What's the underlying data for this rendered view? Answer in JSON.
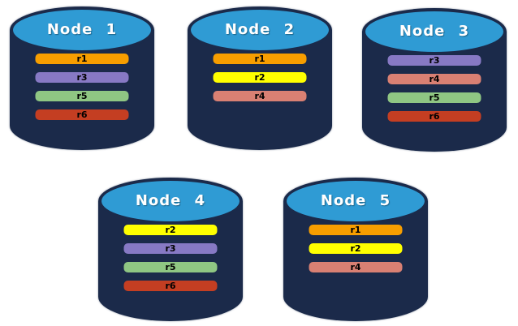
{
  "diagram": {
    "description_visible": false,
    "colors": {
      "background": "#ffffff",
      "cylinder_body": "#1B2A4A",
      "cylinder_top": "#2F9BD4",
      "node_label_text": "#ffffff",
      "bar_label_text": "#000000",
      "replicas": {
        "r1": "#F79E00",
        "r2": "#FFFF00",
        "r3": "#8779C4",
        "r4": "#D98073",
        "r5": "#8FC683",
        "r6": "#C43E22"
      }
    },
    "nodes": [
      {
        "label": "Node 1",
        "replicas": [
          "r1",
          "r3",
          "r5",
          "r6"
        ]
      },
      {
        "label": "Node 2",
        "replicas": [
          "r1",
          "r2",
          "r4"
        ]
      },
      {
        "label": "Node 3",
        "replicas": [
          "r3",
          "r4",
          "r5",
          "r6"
        ]
      },
      {
        "label": "Node 4",
        "replicas": [
          "r2",
          "r3",
          "r5",
          "r6"
        ]
      },
      {
        "label": "Node 5",
        "replicas": [
          "r1",
          "r2",
          "r4"
        ]
      }
    ]
  }
}
